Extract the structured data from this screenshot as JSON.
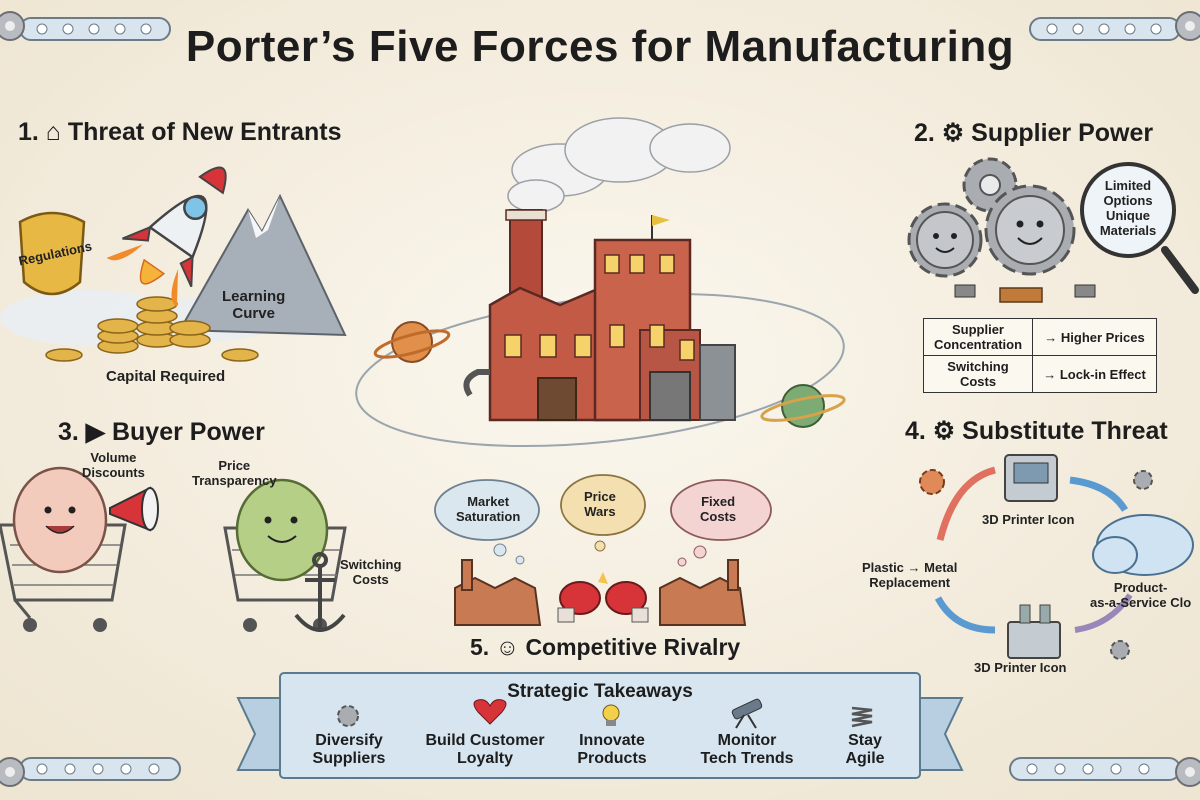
{
  "title": "Porter’s Five Forces for Manufacturing",
  "forces": {
    "new_entrants": {
      "heading": "1. ⌂ Threat of New Entrants",
      "labels": {
        "regulations": "Regulations",
        "learning_curve": "Learning\nCurve",
        "capital": "Capital Required"
      }
    },
    "supplier": {
      "heading": "2. ⚙ Supplier Power",
      "magnifier_text": "Limited\nOptions\nUnique\nMaterials",
      "table": [
        {
          "left": "Supplier\nConcentration",
          "right": "→ Higher Prices"
        },
        {
          "left": "Switching\nCosts",
          "right": "→ Lock-in Effect"
        }
      ]
    },
    "buyer": {
      "heading": "3. ▶ Buyer Power",
      "labels": {
        "volume": "Volume\nDiscounts",
        "price": "Price\nTransparency",
        "switching": "Switching\nCosts"
      }
    },
    "substitute": {
      "heading": "4. ⚙ Substitute Threat",
      "labels": {
        "printer_top": "3D Printer Icon",
        "printer_bottom": "3D Printer Icon",
        "plastic": "Plastic → Metal\nReplacement",
        "paas": "Product-\nas-a-Service Clo"
      }
    },
    "rivalry": {
      "heading": "5. ☺ Competitive Rivalry",
      "clouds": [
        "Market\nSaturation",
        "Price\nWars",
        "Fixed\nCosts"
      ]
    }
  },
  "takeaways": {
    "title": "Strategic Takeaways",
    "items": [
      {
        "label": "Diversify\nSuppliers",
        "icon": "gear-icon"
      },
      {
        "label": "Build Customer\nLoyalty",
        "icon": "heart-icon"
      },
      {
        "label": "Innovate\nProducts",
        "icon": "lightbulb-icon"
      },
      {
        "label": "Monitor\nTech Trends",
        "icon": "telescope-icon"
      },
      {
        "label": "Stay\nAgile",
        "icon": "spring-icon"
      }
    ]
  },
  "colors": {
    "background": "#f5efe2",
    "brick": "#c25a45",
    "gear": "#a9adb2",
    "coin": "#e2b44a",
    "ribbon": "#cfe0ec"
  }
}
